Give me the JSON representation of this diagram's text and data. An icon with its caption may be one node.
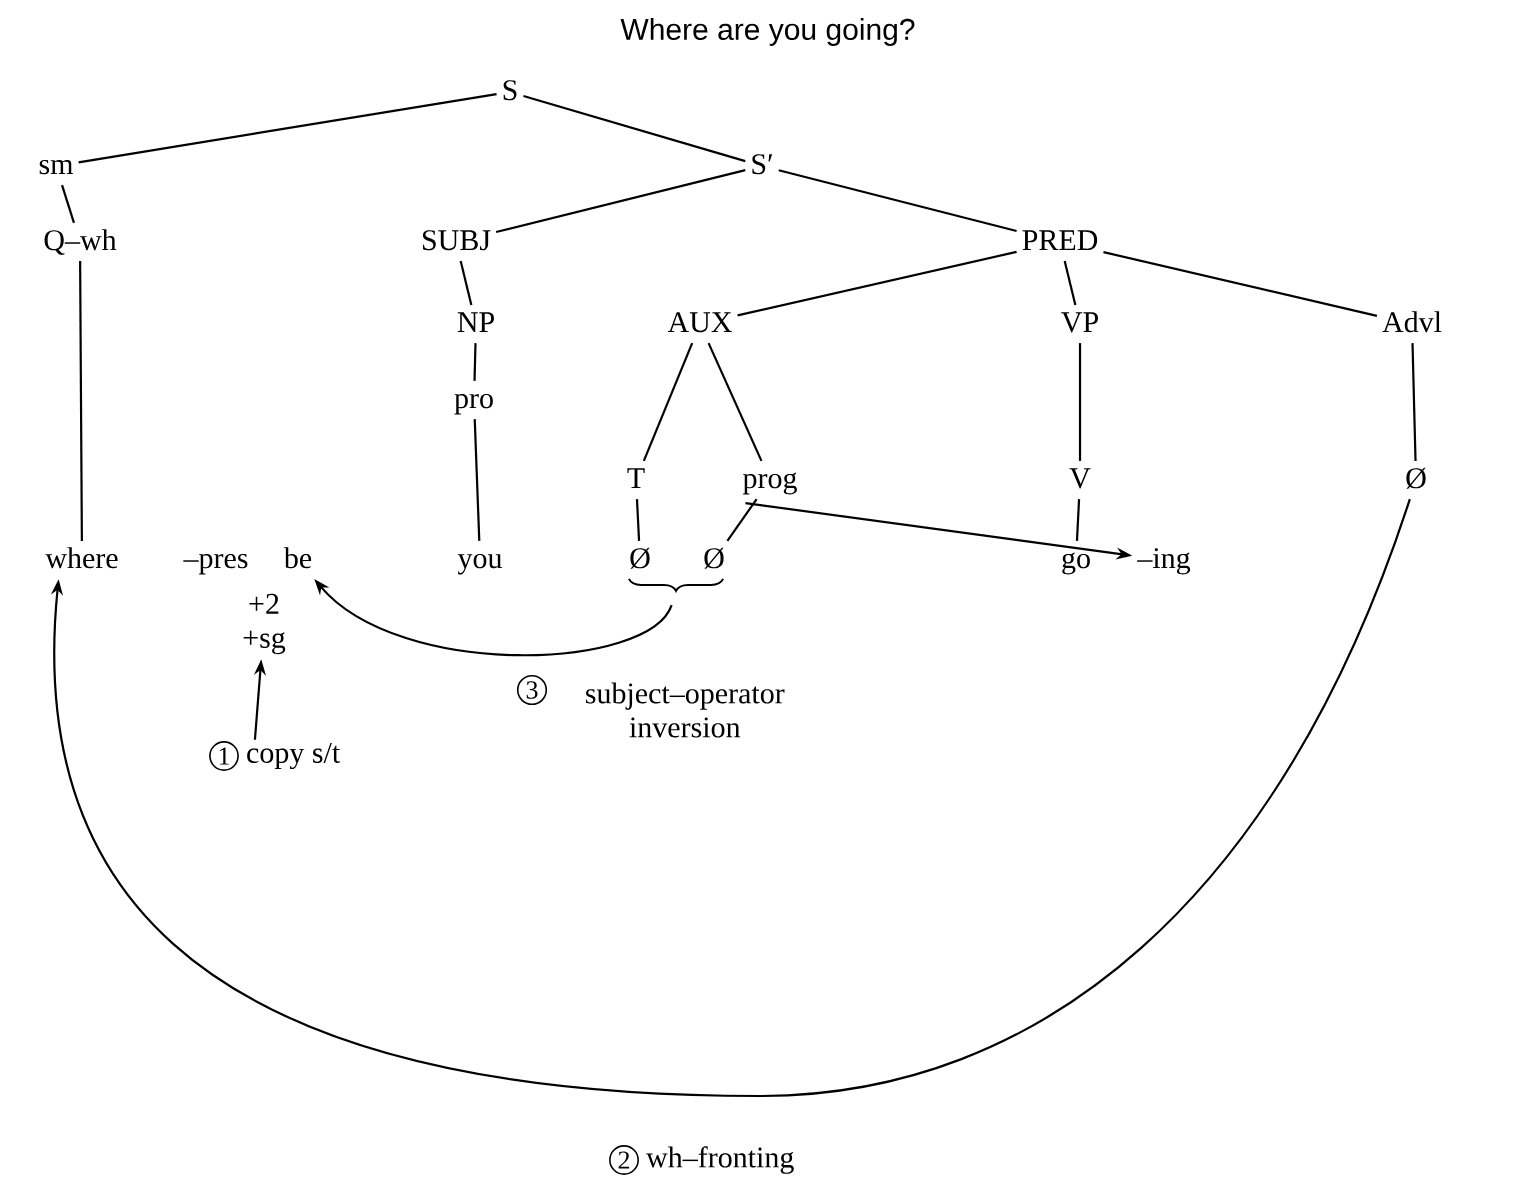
{
  "diagram": {
    "title": "Where are you going?",
    "nodes": [
      {
        "text": [
          "S"
        ]
      },
      {
        "text": [
          "sm"
        ]
      },
      {
        "text": [
          "S′"
        ]
      },
      {
        "text": [
          "Q–wh"
        ]
      },
      {
        "text": [
          "SUBJ"
        ]
      },
      {
        "text": [
          "PRED"
        ]
      },
      {
        "text": [
          "NP"
        ]
      },
      {
        "text": [
          "AUX"
        ]
      },
      {
        "text": [
          "VP"
        ]
      },
      {
        "text": [
          "Advl"
        ]
      },
      {
        "text": [
          "pro"
        ]
      },
      {
        "text": [
          "T"
        ]
      },
      {
        "text": [
          "prog"
        ]
      },
      {
        "text": [
          "V"
        ]
      },
      {
        "text": [
          "Ø"
        ]
      },
      {
        "text": [
          "where"
        ]
      },
      {
        "text": [
          "–pres"
        ]
      },
      {
        "text": [
          "be"
        ]
      },
      {
        "text": [
          "you"
        ]
      },
      {
        "text": [
          "Ø"
        ]
      },
      {
        "text": [
          "Ø"
        ]
      },
      {
        "text": [],
        "shape": "brace"
      },
      {
        "text": [
          "go"
        ]
      },
      {
        "text": [
          "–ing"
        ]
      },
      {
        "text": [
          "+2 +sg"
        ]
      },
      {
        "text": [
          "1",
          "copy s/t"
        ]
      },
      {
        "text": [
          "3",
          "subject–operator inversion"
        ]
      },
      {
        "text": [
          "2",
          "wh–fronting"
        ]
      }
    ],
    "edges": [
      {
        "from": 0,
        "to": 1,
        "arrow": "none"
      },
      {
        "from": 0,
        "to": 2,
        "arrow": "none"
      },
      {
        "from": 1,
        "to": 3,
        "arrow": "none"
      },
      {
        "from": 3,
        "to": 15,
        "arrow": "none"
      },
      {
        "from": 2,
        "to": 4,
        "arrow": "none"
      },
      {
        "from": 2,
        "to": 5,
        "arrow": "none"
      },
      {
        "from": 4,
        "to": 6,
        "arrow": "none"
      },
      {
        "from": 6,
        "to": 10,
        "arrow": "none"
      },
      {
        "from": 10,
        "to": 18,
        "arrow": "none"
      },
      {
        "from": 5,
        "to": 7,
        "arrow": "none"
      },
      {
        "from": 5,
        "to": 8,
        "arrow": "none"
      },
      {
        "from": 5,
        "to": 9,
        "arrow": "none"
      },
      {
        "from": 7,
        "to": 11,
        "arrow": "none"
      },
      {
        "from": 7,
        "to": 12,
        "arrow": "none"
      },
      {
        "from": 8,
        "to": 13,
        "arrow": "none"
      },
      {
        "from": 13,
        "to": 22,
        "arrow": "none"
      },
      {
        "from": 9,
        "to": 14,
        "arrow": "none"
      },
      {
        "from": 11,
        "to": 19,
        "arrow": "none"
      },
      {
        "from": 12,
        "to": 20,
        "arrow": "none"
      },
      {
        "from": 12,
        "to": 23,
        "arrow": "to"
      },
      {
        "from": 21,
        "to": 17,
        "arrow": "to"
      },
      {
        "from": 14,
        "to": 15,
        "arrow": "to"
      },
      {
        "from": 25,
        "to": 24,
        "arrow": "to"
      }
    ]
  }
}
